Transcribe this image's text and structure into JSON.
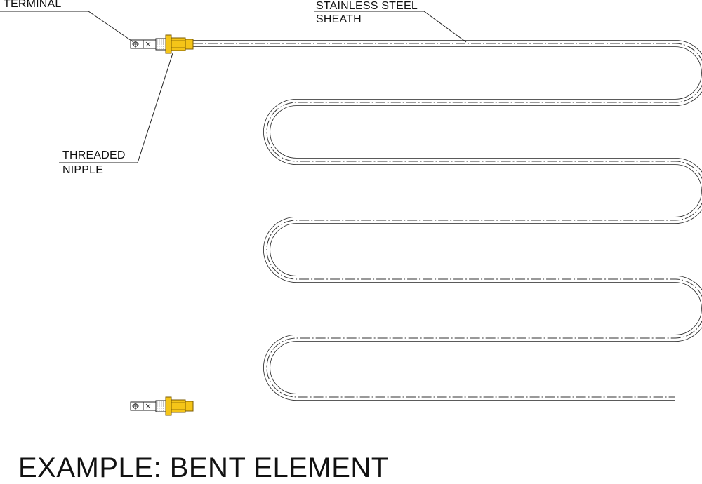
{
  "labels": {
    "terminal": "TERMINAL",
    "sheath_line1": "STAINLESS STEEL",
    "sheath_line2": "SHEATH",
    "nipple_line1": "THREADED",
    "nipple_line2": "NIPPLE"
  },
  "caption": "EXAMPLE: BENT ELEMENT",
  "colors": {
    "line": "#222222",
    "nipple_fill": "#f5c518",
    "nipple_stroke": "#7a5a00",
    "background": "#ffffff"
  }
}
